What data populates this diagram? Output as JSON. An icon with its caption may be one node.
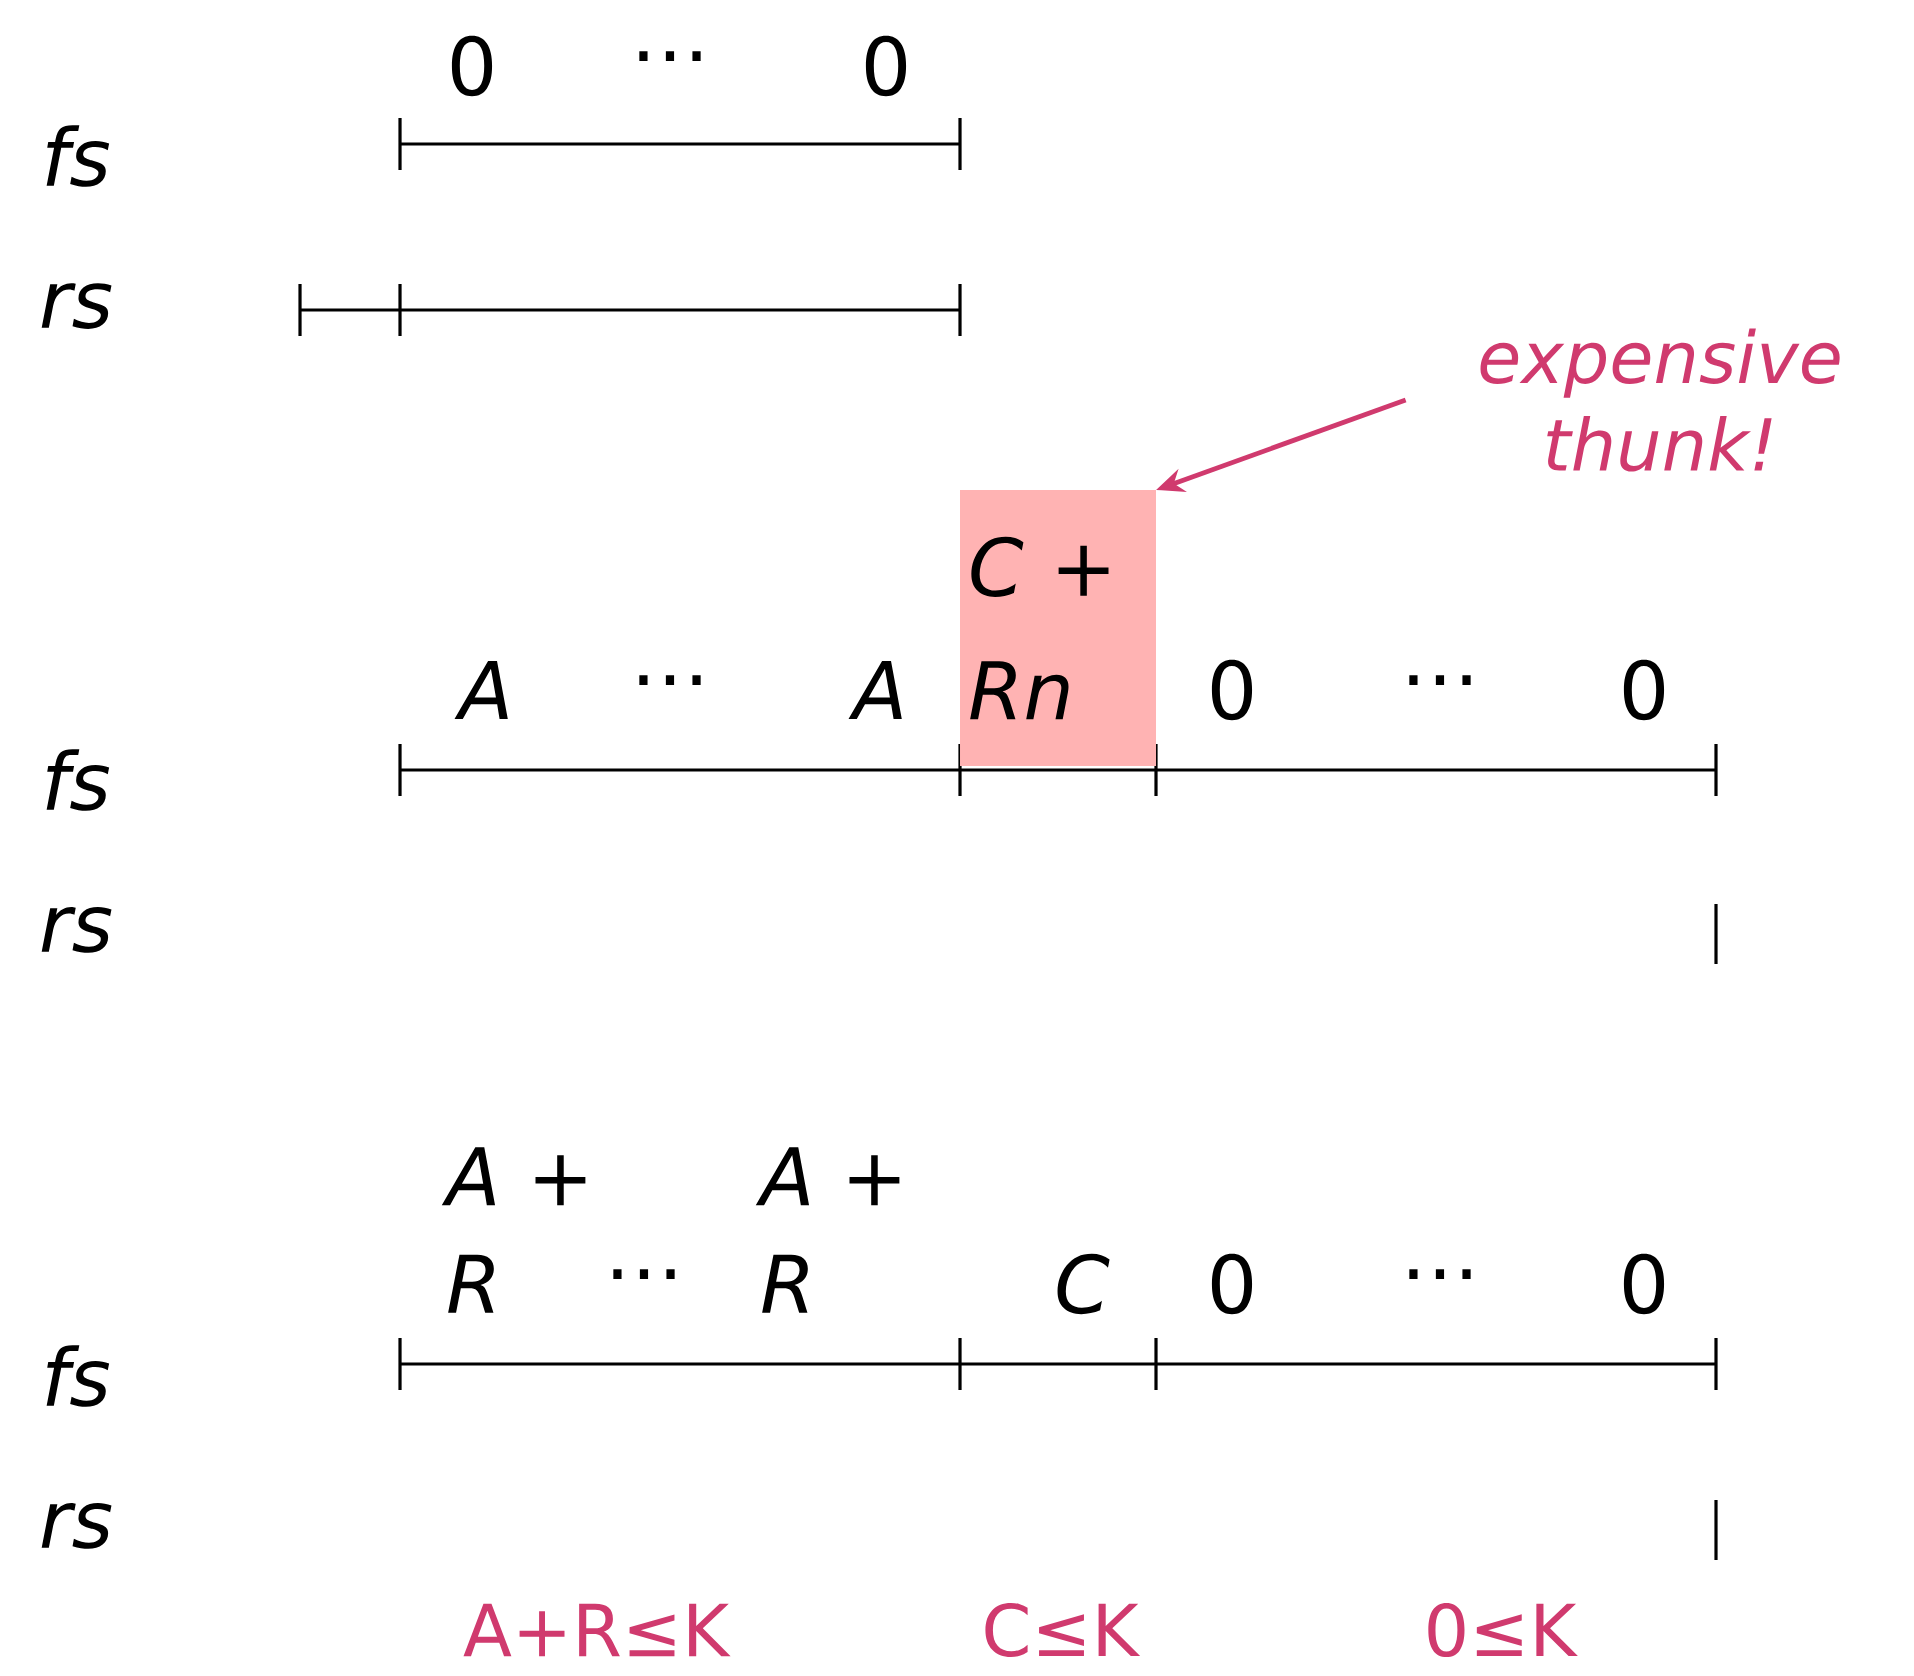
{
  "diagram": {
    "nodes": [
      {
        "text": [
          "C + Rn"
        ]
      },
      {
        "text": [
          "expensive thunk!"
        ]
      }
    ],
    "edges": [
      {
        "from": 1,
        "to": 0,
        "arrow": "to",
        "color": "#d03a6e"
      }
    ],
    "labels": [
      "0",
      "⋯",
      "0",
      "fs",
      "rs",
      "A",
      "⋯",
      "A",
      "0",
      "⋯",
      "0",
      "fs",
      "rs",
      "A + R",
      "⋯",
      "A + R",
      "C",
      "0",
      "⋯",
      "0",
      "fs",
      "rs",
      "A+R≤K",
      "C≤K",
      "0≤K"
    ]
  }
}
